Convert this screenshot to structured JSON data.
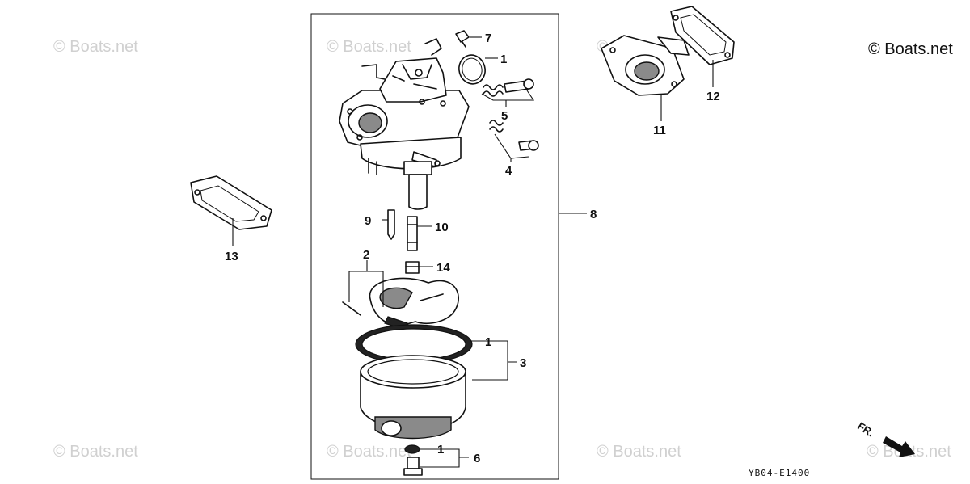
{
  "watermarks": {
    "top_left": "© Boats.net",
    "top_center": "© Boats.net",
    "top_mid": "© Boats.net",
    "top_right": "© Boats.net",
    "bottom_left": "© Boats.net",
    "bottom_center": "© Boats.net",
    "bottom_mid": "© Boats.net",
    "bottom_right": "© Boats.net"
  },
  "diagram_code": "YB04-E1400",
  "direction_marker": "FR.",
  "callouts": {
    "c1a": "1",
    "c1b": "1",
    "c1c": "1",
    "c2": "2",
    "c3": "3",
    "c4": "4",
    "c5": "5",
    "c6": "6",
    "c7": "7",
    "c8": "8",
    "c9": "9",
    "c10": "10",
    "c11": "11",
    "c12": "12",
    "c13": "13",
    "c14": "14"
  }
}
